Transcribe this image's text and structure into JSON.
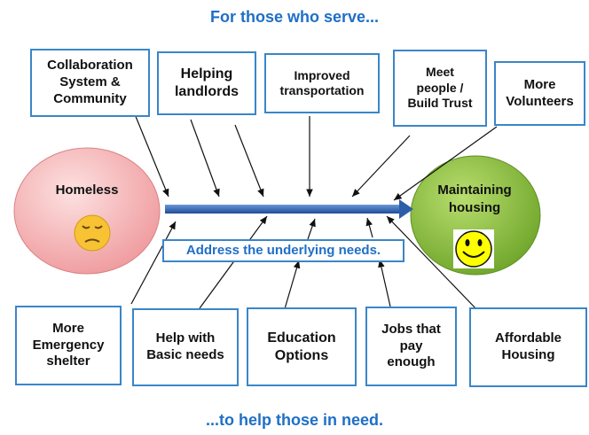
{
  "header": {
    "title": "For those who serve..."
  },
  "footer": {
    "title": "...to help those in need."
  },
  "start_node": {
    "label": "Homeless",
    "icon": "sad-face-icon",
    "color": "#f3b9bb"
  },
  "end_node": {
    "label": "Maintaining\nhousing",
    "icon": "smiley-face-icon",
    "color": "#8fc43f"
  },
  "spine": {
    "label": "Address the underlying needs.",
    "color": "#2d5fa8"
  },
  "top_causes": [
    "Collaboration\nSystem &\nCommunity",
    "Helping\nlandlords",
    "Improved\ntransportation",
    "Meet\npeople /\nBuild Trust",
    "More\nVolunteers"
  ],
  "bottom_causes": [
    "More\nEmergency\nshelter",
    "Help with\nBasic needs",
    "Education\nOptions",
    "Jobs that\npay\nenough",
    "Affordable\nHousing"
  ],
  "colors": {
    "accent": "#1f6fc6",
    "box_border": "#3a86c8"
  }
}
